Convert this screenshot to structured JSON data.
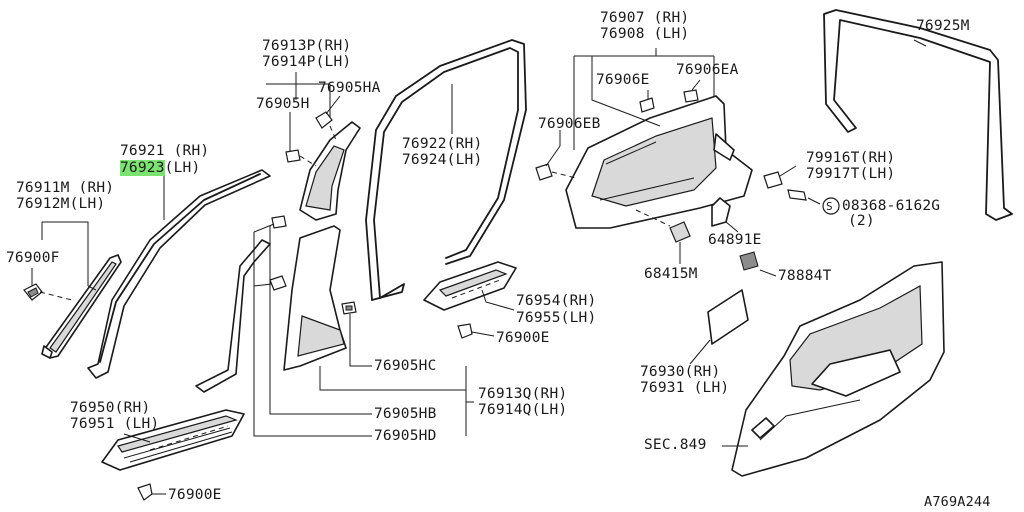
{
  "labels": {
    "p76913p": "76913P(RH)",
    "p76914p": "76914P(LH)",
    "p76905ha": "76905HA",
    "p76905h": "76905H",
    "p76921": "76921 (RH)",
    "p76923_a": "76923",
    "p76923_b": "(LH)",
    "p76911m": "76911M (RH)",
    "p76912m": "76912M(LH)",
    "p76900f": "76900F",
    "p76922": "76922(RH)",
    "p76924": "76924(LH)",
    "p76907": "76907 (RH)",
    "p76908": "76908 (LH)",
    "p76906e": "76906E",
    "p76906ea": "76906EA",
    "p76906eb": "76906EB",
    "p76925m": "76925M",
    "p79916t": "79916T(RH)",
    "p79917t": "79917T(LH)",
    "p08368_sym": "S",
    "p08368": "08368-6162G",
    "p08368_qty": "(2)",
    "p64891e": "64891E",
    "p68415m": "68415M",
    "p78884t": "78884T",
    "p76954": "76954(RH)",
    "p76955": "76955(LH)",
    "p76900e_mid": "76900E",
    "p76905hc": "76905HC",
    "p76913q": "76913Q(RH)",
    "p76914q": "76914Q(LH)",
    "p76905hb": "76905HB",
    "p76905hd": "76905HD",
    "p76950": "76950(RH)",
    "p76951": "76951 (LH)",
    "p76900e_bot": "76900E",
    "p76930": "76930(RH)",
    "p76931": "76931 (LH)",
    "sec849": "SEC.849",
    "ref": "A769A244"
  },
  "colors": {
    "line": "#1a1a1a",
    "highlight": "#7be36f",
    "shade": "#d9d9d9",
    "background": "#ffffff"
  }
}
